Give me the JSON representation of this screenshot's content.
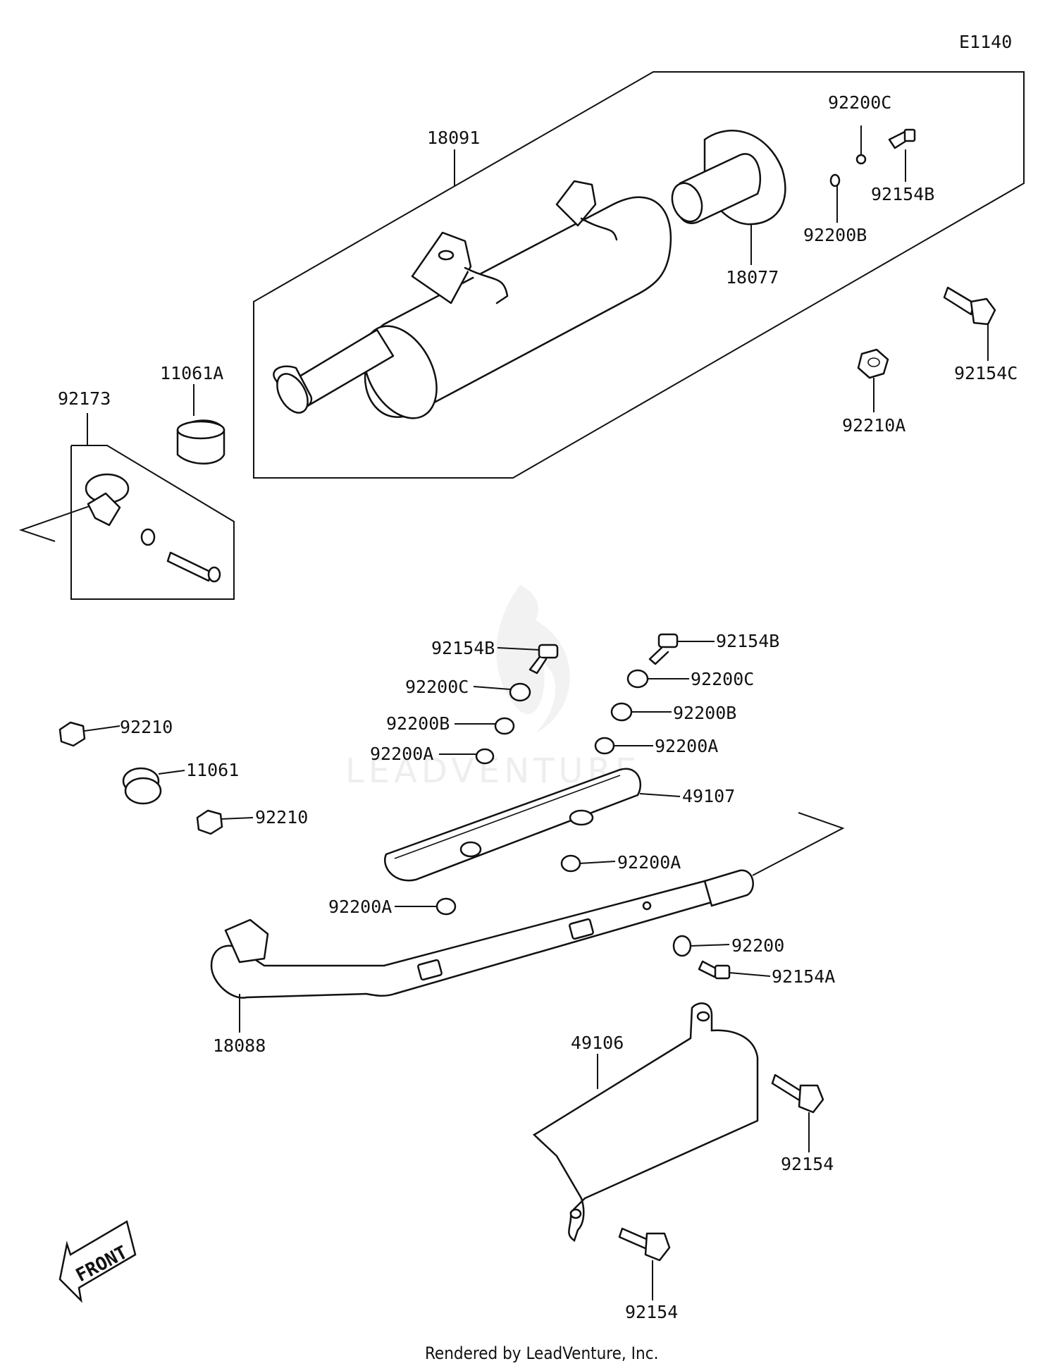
{
  "diagram_id": "E1140",
  "footer": "Rendered by LeadVenture, Inc.",
  "watermark": "LEADVENTURE",
  "front_label": "FRONT",
  "labels": [
    {
      "id": "lbl-18091",
      "text": "18091"
    },
    {
      "id": "lbl-92200C-top",
      "text": "92200C"
    },
    {
      "id": "lbl-92154B-top",
      "text": "92154B"
    },
    {
      "id": "lbl-92200B-top",
      "text": "92200B"
    },
    {
      "id": "lbl-18077",
      "text": "18077"
    },
    {
      "id": "lbl-92154C",
      "text": "92154C"
    },
    {
      "id": "lbl-92210A",
      "text": "92210A"
    },
    {
      "id": "lbl-11061A",
      "text": "11061A"
    },
    {
      "id": "lbl-92173",
      "text": "92173"
    },
    {
      "id": "lbl-92154B-mid-left",
      "text": "92154B"
    },
    {
      "id": "lbl-92154B-mid-right",
      "text": "92154B"
    },
    {
      "id": "lbl-92200C-mid-left",
      "text": "92200C"
    },
    {
      "id": "lbl-92200C-mid-right",
      "text": "92200C"
    },
    {
      "id": "lbl-92200B-mid-left",
      "text": "92200B"
    },
    {
      "id": "lbl-92200B-mid-right",
      "text": "92200B"
    },
    {
      "id": "lbl-92200A-mid-left",
      "text": "92200A"
    },
    {
      "id": "lbl-92200A-mid-right",
      "text": "92200A"
    },
    {
      "id": "lbl-92210-upper",
      "text": "92210"
    },
    {
      "id": "lbl-11061",
      "text": "11061"
    },
    {
      "id": "lbl-92210-lower",
      "text": "92210"
    },
    {
      "id": "lbl-49107",
      "text": "49107"
    },
    {
      "id": "lbl-92200A-shield",
      "text": "92200A"
    },
    {
      "id": "lbl-92200A-low",
      "text": "92200A"
    },
    {
      "id": "lbl-92200",
      "text": "92200"
    },
    {
      "id": "lbl-92154A",
      "text": "92154A"
    },
    {
      "id": "lbl-18088",
      "text": "18088"
    },
    {
      "id": "lbl-49106",
      "text": "49106"
    },
    {
      "id": "lbl-92154-right",
      "text": "92154"
    },
    {
      "id": "lbl-92154-bottom",
      "text": "92154"
    }
  ]
}
